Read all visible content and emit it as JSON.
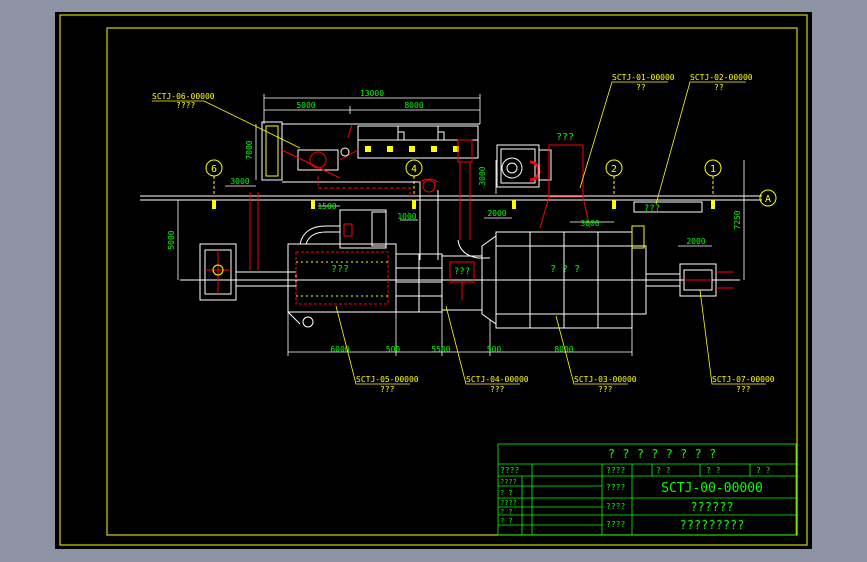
{
  "colors": {
    "background": "#000000",
    "frame": "#ffff00",
    "equipment": "#ffffff",
    "title_block": "#00ff00",
    "dimension": "#00ff00",
    "duct": "#ff0000",
    "leader": "#ffff00",
    "centerline": "#ffffff"
  },
  "callouts": {
    "c06": {
      "code": "SCTJ-06-00000",
      "name": "????"
    },
    "c01": {
      "code": "SCTJ-01-00000",
      "name": "??"
    },
    "c02": {
      "code": "SCTJ-02-00000",
      "name": "??"
    },
    "c05": {
      "code": "SCTJ-05-00000",
      "name": "???"
    },
    "c04": {
      "code": "SCTJ-04-00000",
      "name": "???"
    },
    "c03": {
      "code": "SCTJ-03-00000",
      "name": "???"
    },
    "c07": {
      "code": "SCTJ-07-00000",
      "name": "???"
    }
  },
  "grid_markers": {
    "m6": "6",
    "m4": "4",
    "m2": "2",
    "m1": "1",
    "mA": "A"
  },
  "dimensions": {
    "total": "13000",
    "d5000_top": "5000",
    "d8000_top": "8000",
    "d7000": "7000",
    "d3000_left": "3000",
    "d1500": "1500",
    "d1000": "1000",
    "d3000_mid": "3000",
    "d2000_mid": "2000",
    "d3000_right": "3000",
    "d5000_left": "5000",
    "d7250": "7250",
    "d2000_right": "2000",
    "d6000": "6000",
    "d500_a": "500",
    "d5500": "5500",
    "d500_b": "500",
    "d8000_bottom": "8000"
  },
  "equipment_labels": {
    "hood": "???",
    "panel": "???",
    "furnace": "???",
    "drum": "? ? ?"
  },
  "title_block": {
    "title": "? ? ? ? ? ? ? ?",
    "drawing_no": "SCTJ-00-00000",
    "name_line1": "??????",
    "name_line2": "?????????",
    "label_top": "????",
    "header_cells": [
      "????",
      "? ?",
      "? ?",
      "? ?"
    ],
    "left_rows": [
      "????",
      "? ?",
      "????",
      "? ?",
      "? ?"
    ],
    "mid_rows": [
      "????",
      "????",
      "????"
    ]
  }
}
